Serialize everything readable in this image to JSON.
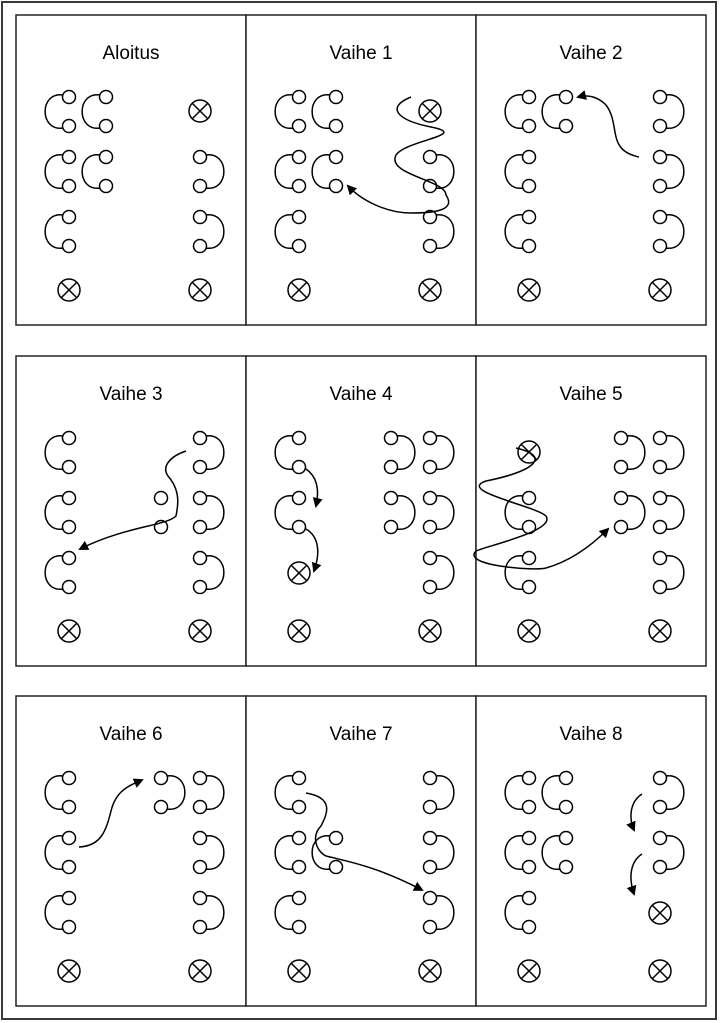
{
  "diagram": {
    "title": "",
    "colors": {
      "stroke": "#000000",
      "background": "#ffffff",
      "frame": "#3a3a3a"
    },
    "legend": {
      "pair": "two nodes joined by an arc",
      "node": "single open circle",
      "crossed": "crossed circle"
    },
    "panels": [
      {
        "title": "Aloitus",
        "symbols": [
          {
            "type": "pair",
            "col": "L1",
            "row": 1,
            "dir": "left"
          },
          {
            "type": "pair",
            "col": "L2",
            "row": 1,
            "dir": "left"
          },
          {
            "type": "pair",
            "col": "L1",
            "row": 2,
            "dir": "left"
          },
          {
            "type": "pair",
            "col": "L2",
            "row": 2,
            "dir": "left"
          },
          {
            "type": "pair",
            "col": "L1",
            "row": 3,
            "dir": "left"
          },
          {
            "type": "crossed",
            "col": "R1",
            "row": "top"
          },
          {
            "type": "pair",
            "col": "R1",
            "row": 2,
            "dir": "right"
          },
          {
            "type": "pair",
            "col": "R1",
            "row": 3,
            "dir": "right"
          },
          {
            "type": "crossed",
            "col": "L1",
            "row": "bottom"
          },
          {
            "type": "crossed",
            "col": "R1",
            "row": "bottom"
          }
        ],
        "arrows": []
      },
      {
        "title": "Vaihe 1",
        "symbols": [
          {
            "type": "pair",
            "col": "L1",
            "row": 1,
            "dir": "left"
          },
          {
            "type": "pair",
            "col": "L2",
            "row": 1,
            "dir": "left"
          },
          {
            "type": "pair",
            "col": "L1",
            "row": 2,
            "dir": "left"
          },
          {
            "type": "pair",
            "col": "L2",
            "row": 2,
            "dir": "left"
          },
          {
            "type": "pair",
            "col": "L1",
            "row": 3,
            "dir": "left"
          },
          {
            "type": "crossed",
            "col": "R1",
            "row": "top"
          },
          {
            "type": "pair",
            "col": "R1",
            "row": 2,
            "dir": "right"
          },
          {
            "type": "pair",
            "col": "R1",
            "row": 3,
            "dir": "right"
          },
          {
            "type": "crossed",
            "col": "L1",
            "row": "bottom"
          },
          {
            "type": "crossed",
            "col": "R1",
            "row": "bottom"
          }
        ],
        "arrows": [
          {
            "kind": "serpentine-right",
            "to": "L2-row2-bottom"
          }
        ]
      },
      {
        "title": "Vaihe 2",
        "symbols": [
          {
            "type": "pair",
            "col": "L1",
            "row": 1,
            "dir": "left"
          },
          {
            "type": "pair",
            "col": "L2",
            "row": 1,
            "dir": "left"
          },
          {
            "type": "pair",
            "col": "L1",
            "row": 2,
            "dir": "left"
          },
          {
            "type": "pair",
            "col": "L1",
            "row": 3,
            "dir": "left"
          },
          {
            "type": "pair",
            "col": "R1",
            "row": 1,
            "dir": "right"
          },
          {
            "type": "pair",
            "col": "R1",
            "row": 2,
            "dir": "right"
          },
          {
            "type": "pair",
            "col": "R1",
            "row": 3,
            "dir": "right"
          },
          {
            "type": "crossed",
            "col": "L1",
            "row": "bottom"
          },
          {
            "type": "crossed",
            "col": "R1",
            "row": "bottom"
          }
        ],
        "arrows": [
          {
            "kind": "curve",
            "to": "L2-row1-top"
          }
        ]
      },
      {
        "title": "Vaihe 3",
        "symbols": [
          {
            "type": "pair",
            "col": "L1",
            "row": 1,
            "dir": "left"
          },
          {
            "type": "pair",
            "col": "L1",
            "row": 2,
            "dir": "left"
          },
          {
            "type": "pair",
            "col": "L1",
            "row": 3,
            "dir": "left"
          },
          {
            "type": "nodes",
            "col": "R2",
            "row": 2
          },
          {
            "type": "pair",
            "col": "R1",
            "row": 1,
            "dir": "right"
          },
          {
            "type": "pair",
            "col": "R1",
            "row": 2,
            "dir": "right"
          },
          {
            "type": "pair",
            "col": "R1",
            "row": 3,
            "dir": "right"
          },
          {
            "type": "crossed",
            "col": "L1",
            "row": "bottom"
          },
          {
            "type": "crossed",
            "col": "R1",
            "row": "bottom"
          }
        ],
        "arrows": [
          {
            "kind": "serpentine-middle",
            "to": "L1-row3-top"
          }
        ]
      },
      {
        "title": "Vaihe 4",
        "symbols": [
          {
            "type": "pair",
            "col": "L1",
            "row": 1,
            "dir": "left"
          },
          {
            "type": "pair",
            "col": "L1",
            "row": 2,
            "dir": "left"
          },
          {
            "type": "crossed",
            "col": "L1",
            "row": "row3"
          },
          {
            "type": "pair",
            "col": "R2",
            "row": 1,
            "dir": "right"
          },
          {
            "type": "pair",
            "col": "R1",
            "row": 1,
            "dir": "right"
          },
          {
            "type": "pair",
            "col": "R2",
            "row": 2,
            "dir": "right"
          },
          {
            "type": "pair",
            "col": "R1",
            "row": 2,
            "dir": "right"
          },
          {
            "type": "pair",
            "col": "R1",
            "row": 3,
            "dir": "right"
          },
          {
            "type": "crossed",
            "col": "L1",
            "row": "bottom"
          },
          {
            "type": "crossed",
            "col": "R1",
            "row": "bottom"
          }
        ],
        "arrows": [
          {
            "kind": "down-left-1"
          },
          {
            "kind": "down-left-2"
          }
        ]
      },
      {
        "title": "Vaihe 5",
        "symbols": [
          {
            "type": "crossed",
            "col": "L1",
            "row": "top"
          },
          {
            "type": "pair",
            "col": "L1",
            "row": 2,
            "dir": "left"
          },
          {
            "type": "pair",
            "col": "L1",
            "row": 3,
            "dir": "left"
          },
          {
            "type": "pair",
            "col": "R2",
            "row": 1,
            "dir": "right"
          },
          {
            "type": "pair",
            "col": "R1",
            "row": 1,
            "dir": "right"
          },
          {
            "type": "pair",
            "col": "R2",
            "row": 2,
            "dir": "right"
          },
          {
            "type": "pair",
            "col": "R1",
            "row": 2,
            "dir": "right"
          },
          {
            "type": "pair",
            "col": "R1",
            "row": 3,
            "dir": "right"
          },
          {
            "type": "crossed",
            "col": "L1",
            "row": "bottom"
          },
          {
            "type": "crossed",
            "col": "R1",
            "row": "bottom"
          }
        ],
        "arrows": [
          {
            "kind": "serpentine-left",
            "to": "R2-row2-bottom"
          }
        ]
      },
      {
        "title": "Vaihe 6",
        "symbols": [
          {
            "type": "pair",
            "col": "L1",
            "row": 1,
            "dir": "left"
          },
          {
            "type": "pair",
            "col": "L1",
            "row": 2,
            "dir": "left"
          },
          {
            "type": "pair",
            "col": "L1",
            "row": 3,
            "dir": "left"
          },
          {
            "type": "pair",
            "col": "R2",
            "row": 1,
            "dir": "right"
          },
          {
            "type": "pair",
            "col": "R1",
            "row": 1,
            "dir": "right"
          },
          {
            "type": "pair",
            "col": "R1",
            "row": 2,
            "dir": "right"
          },
          {
            "type": "pair",
            "col": "R1",
            "row": 3,
            "dir": "right"
          },
          {
            "type": "crossed",
            "col": "L1",
            "row": "bottom"
          },
          {
            "type": "crossed",
            "col": "R1",
            "row": "bottom"
          }
        ],
        "arrows": [
          {
            "kind": "curve-up-right",
            "to": "R2-row1-top"
          }
        ]
      },
      {
        "title": "Vaihe 7",
        "symbols": [
          {
            "type": "pair",
            "col": "L1",
            "row": 1,
            "dir": "left"
          },
          {
            "type": "pair",
            "col": "L1",
            "row": 2,
            "dir": "left"
          },
          {
            "type": "pair",
            "col": "L2",
            "row": 2,
            "dir": "left"
          },
          {
            "type": "pair",
            "col": "L1",
            "row": 3,
            "dir": "left"
          },
          {
            "type": "pair",
            "col": "R1",
            "row": 1,
            "dir": "right"
          },
          {
            "type": "pair",
            "col": "R1",
            "row": 2,
            "dir": "right"
          },
          {
            "type": "pair",
            "col": "R1",
            "row": 3,
            "dir": "right"
          },
          {
            "type": "crossed",
            "col": "L1",
            "row": "bottom"
          },
          {
            "type": "crossed",
            "col": "R1",
            "row": "bottom"
          }
        ],
        "arrows": [
          {
            "kind": "wiggle-down-right",
            "to": "R1-row3-top"
          }
        ]
      },
      {
        "title": "Vaihe 8",
        "symbols": [
          {
            "type": "pair",
            "col": "L1",
            "row": 1,
            "dir": "left"
          },
          {
            "type": "pair",
            "col": "L2",
            "row": 1,
            "dir": "left"
          },
          {
            "type": "pair",
            "col": "L1",
            "row": 2,
            "dir": "left"
          },
          {
            "type": "pair",
            "col": "L2",
            "row": 2,
            "dir": "left"
          },
          {
            "type": "pair",
            "col": "L1",
            "row": 3,
            "dir": "left"
          },
          {
            "type": "pair",
            "col": "R1",
            "row": 1,
            "dir": "right"
          },
          {
            "type": "pair",
            "col": "R1",
            "row": 2,
            "dir": "right"
          },
          {
            "type": "crossed",
            "col": "R1",
            "row": "row3"
          },
          {
            "type": "crossed",
            "col": "L1",
            "row": "bottom"
          },
          {
            "type": "crossed",
            "col": "R1",
            "row": "bottom"
          }
        ],
        "arrows": [
          {
            "kind": "down-right-1"
          },
          {
            "kind": "down-right-2"
          }
        ]
      }
    ]
  }
}
